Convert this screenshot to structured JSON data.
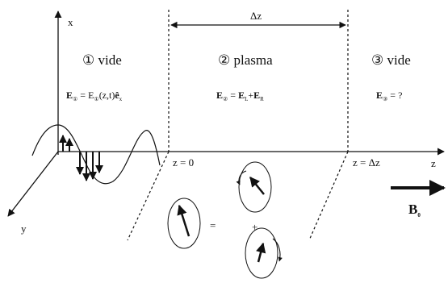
{
  "axes": {
    "x_label": "x",
    "y_label": "y",
    "z_label": "z"
  },
  "regions": [
    {
      "label": "① vide"
    },
    {
      "label": "② plasma"
    },
    {
      "label": "③ vide"
    }
  ],
  "fields": {
    "e1": {
      "E": "E",
      "sub": "①",
      "eq": " = E",
      "eq_sub": "①",
      "arg": "(z,t)",
      "e_hat": "ê",
      "hat_sub": "x"
    },
    "e2": {
      "E": "E",
      "sub": "②",
      "eq": " = ",
      "EL": "E",
      "L": "L",
      "plus": "+",
      "ER": "E",
      "R": "R"
    },
    "e3": {
      "E": "E",
      "sub": "③",
      "rest": " = ?"
    }
  },
  "dimension": {
    "label": "Δz"
  },
  "positions": {
    "z0": "z = 0",
    "zdz": "z = Δz"
  },
  "b0": {
    "B": "B",
    "sub": "0"
  },
  "decomposition": {
    "equals": "=",
    "plus": "+"
  }
}
